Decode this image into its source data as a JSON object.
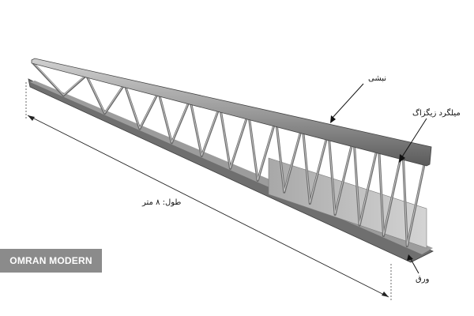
{
  "labels": {
    "top_angle": "نبشی",
    "zigzag_rebar": "میلگرد زیگزاگ",
    "length": "طول: ۸ متر",
    "sheet": "ورق"
  },
  "watermark": "OMRAN MODERN",
  "colors": {
    "steel_light": "#b9b9b9",
    "steel_mid": "#8a8a8a",
    "steel_dark": "#4a4a4a",
    "sheet": "#c4c4c4",
    "dimension_line": "#222222"
  }
}
